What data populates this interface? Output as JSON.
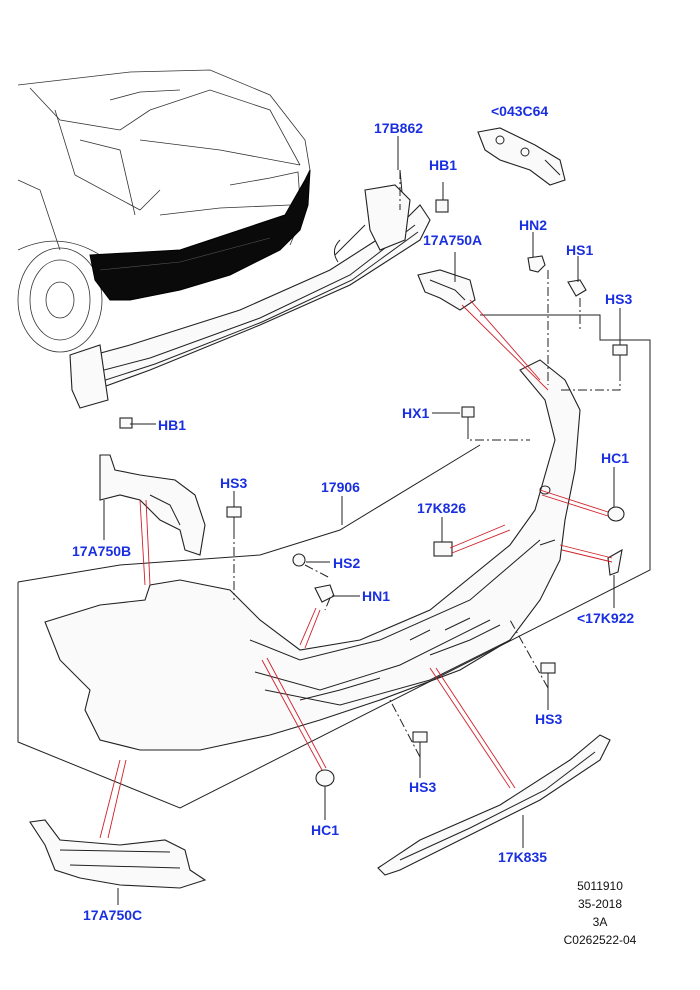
{
  "colors": {
    "callout": "#1a2fe0",
    "leader": "#d0202a",
    "line": "#222222"
  },
  "callouts": {
    "c17B862": "17B862",
    "c043C64": "<043C64",
    "hb1_top": "HB1",
    "c17A750A": "17A750A",
    "hn2": "HN2",
    "hs1": "HS1",
    "hs3_right": "HS3",
    "hb1_left": "HB1",
    "hx1": "HX1",
    "hc1_right": "HC1",
    "hs3_mid": "HS3",
    "c17906": "17906",
    "c17K826": "17K826",
    "c17A750B": "17A750B",
    "hs2": "HS2",
    "hn1": "HN1",
    "c17K922": "<17K922",
    "hs3_lowright": "HS3",
    "hs3_bottom": "HS3",
    "hc1_bottom": "HC1",
    "c17K835": "17K835",
    "c17A750C": "17A750C"
  },
  "footer": {
    "line1": "5011910",
    "line2": "35-2018",
    "line3": "3A",
    "line4": "C0262522-04"
  }
}
